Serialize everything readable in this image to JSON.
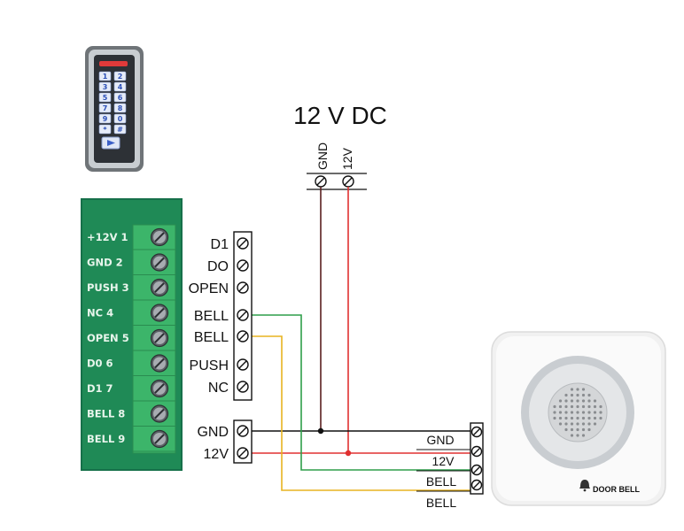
{
  "power_supply": {
    "title": "12 V DC",
    "terminals": [
      "GND",
      "12V"
    ]
  },
  "keypad": {
    "keys": [
      "1",
      "2",
      "3",
      "4",
      "5",
      "6",
      "7",
      "8",
      "9",
      "0",
      "*",
      "#"
    ]
  },
  "controller_board": {
    "pins": [
      "+12V 1",
      "GND 2",
      "PUSH 3",
      "NC 4",
      "OPEN 5",
      "D0 6",
      "D1 7",
      "BELL 8",
      "BELL 9"
    ]
  },
  "interface_strip": {
    "top_terminals": [
      "D1",
      "DO",
      "OPEN",
      "BELL",
      "BELL",
      "PUSH",
      "NC"
    ],
    "bottom_terminals": [
      "GND",
      "12V"
    ]
  },
  "door_bell": {
    "brand_label": "DOOR BELL",
    "terminals": [
      "GND",
      "12V",
      "BELL",
      "BELL"
    ]
  },
  "wire_colors": {
    "gnd": "#111111",
    "power": "#e03030",
    "bell_1": "#2e9e4a",
    "bell_2": "#e8b420",
    "pcb": "#1f8a56",
    "pcb_dark": "#16704a",
    "terminal_green": "#3cb56a"
  }
}
